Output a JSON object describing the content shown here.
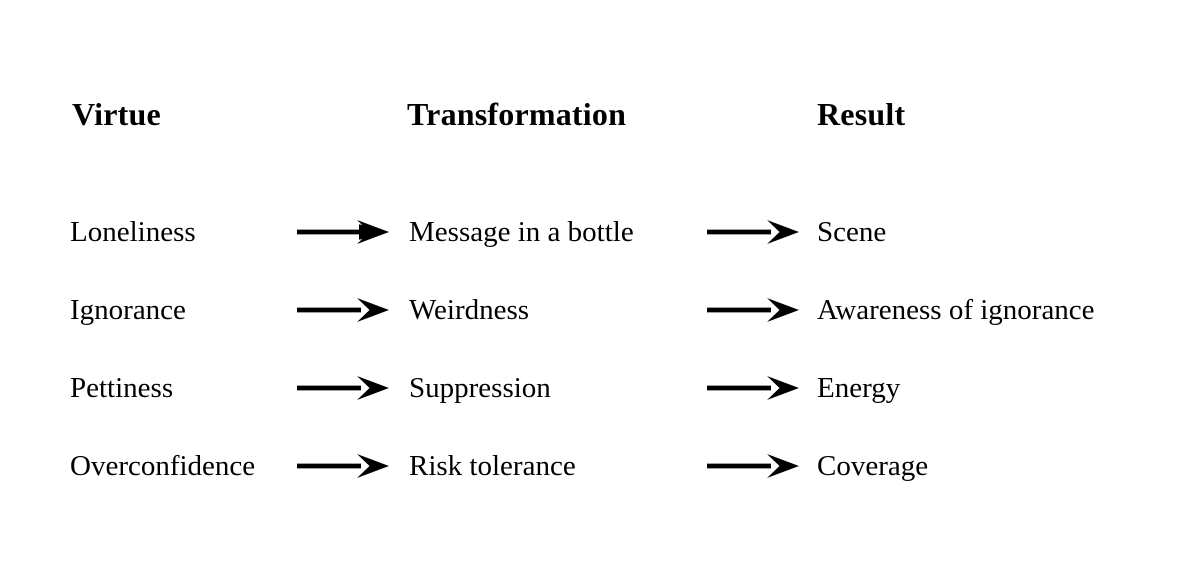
{
  "diagram": {
    "title_present": false,
    "background_color": "#ffffff",
    "text_color": "#000000",
    "arrow_color": "#000000",
    "headers": [
      {
        "label": "Virtue"
      },
      {
        "label": "Transformation"
      },
      {
        "label": "Result"
      }
    ],
    "arrow_glyph": "→",
    "rows": [
      {
        "virtue": "Loneliness",
        "arrow1": "→",
        "transformation": "Message in a bottle",
        "arrow2": "→",
        "result": "Scene"
      },
      {
        "virtue": "Ignorance",
        "arrow1": "→",
        "transformation": "Weirdness",
        "arrow2": "→",
        "result": "Awareness of ignorance"
      },
      {
        "virtue": "Pettiness",
        "arrow1": "→",
        "transformation": "Suppression",
        "arrow2": "→",
        "result": "Energy"
      },
      {
        "virtue": "Overconfidence",
        "arrow1": "→",
        "transformation": "Risk tolerance",
        "arrow2": "→",
        "result": "Coverage"
      }
    ]
  }
}
